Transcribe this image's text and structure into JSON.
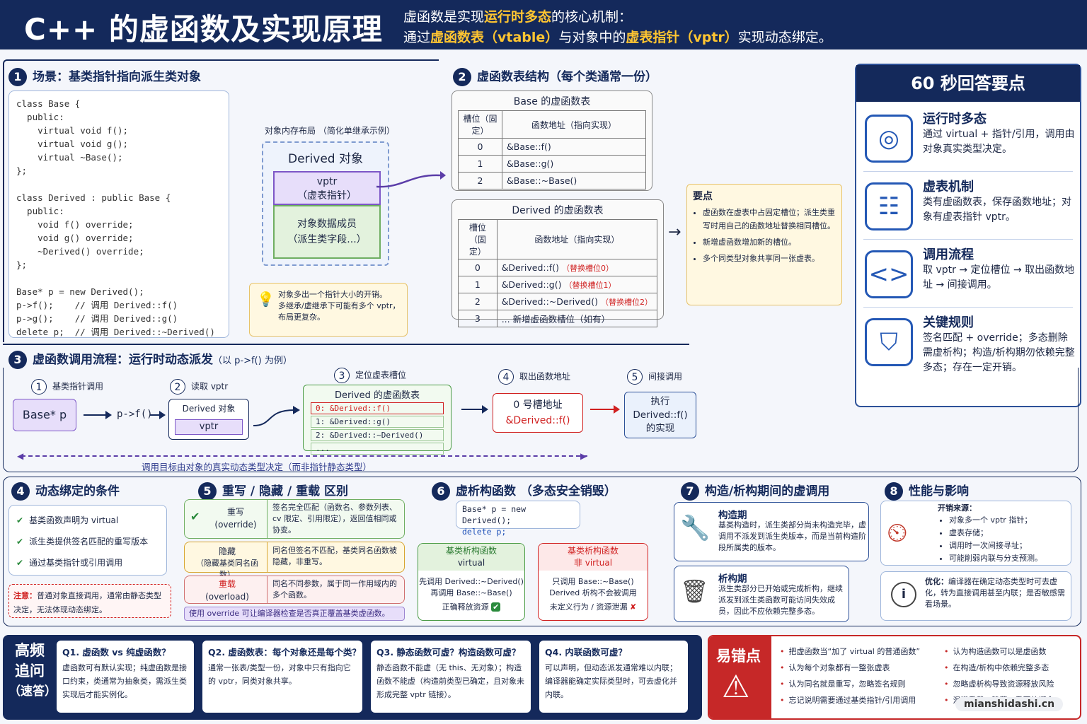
{
  "header": {
    "title": "C++ 的虚函数及实现原理",
    "sub1_a": "虚函数是实现",
    "sub1_hl": "运行时多态",
    "sub1_b": "的核心机制：",
    "sub2_a": "通过",
    "sub2_hl1": "虚函数表（vtable）",
    "sub2_b": "与对象中的",
    "sub2_hl2": "虚表指针（vptr）",
    "sub2_c": "实现动态绑定。"
  },
  "s1": {
    "num": "1",
    "title": "场景：基类指针指向派生类对象",
    "code": [
      "class Base {",
      "  public:",
      "    virtual void f();",
      "    virtual void g();",
      "    virtual ~Base();",
      "};",
      "",
      "class Derived : public Base {",
      "  public:",
      "    void f() override;",
      "    void g() override;",
      "    ~Derived() override;",
      "};",
      "",
      "Base* p = new Derived();",
      "p->f();    // 调用 Derived::f()",
      "p->g();    // 调用 Derived::g()",
      "delete p;  // 调用 Derived::~Derived()"
    ],
    "layout_title": "对象内存布局 （简化单继承示例）",
    "obj_title": "Derived 对象",
    "vptr1": "vptr",
    "vptr2": "（虚表指针）",
    "members1": "对象数据成员",
    "members2": "（派生类字段...）",
    "note1": "对象多出一个指针大小的开销。",
    "note2": "多继承/虚继承下可能有多个 vptr，",
    "note3": "布局更复杂。"
  },
  "s2": {
    "num": "2",
    "title": "虚函数表结构（每个类通常一份）",
    "base_title": "Base 的虚函数表",
    "col1": "槽位（固定）",
    "col2": "函数地址（指向实现）",
    "base_rows": [
      [
        "0",
        "&Base::f()"
      ],
      [
        "1",
        "&Base::g()"
      ],
      [
        "2",
        "&Base::~Base()"
      ]
    ],
    "der_title": "Derived 的虚函数表",
    "der_rows": [
      [
        "0",
        "&Derived::f()",
        "（替换槽位0）"
      ],
      [
        "1",
        "&Derived::g()",
        "（替换槽位1）"
      ],
      [
        "2",
        "&Derived::~Derived()",
        "（替换槽位2）"
      ],
      [
        "3",
        "... 新增虚函数槽位（如有）",
        ""
      ]
    ],
    "points_title": "要点",
    "points": [
      "虚函数在虚表中占固定槽位；派生类重写时用自己的函数地址替换相同槽位。",
      "新增虚函数增加新的槽位。",
      "多个同类型对象共享同一张虚表。"
    ]
  },
  "answers": {
    "title": "60 秒回答要点",
    "items": [
      {
        "h": "运行时多态",
        "d": "通过 virtual + 指针/引用，调用由对象真实类型决定。"
      },
      {
        "h": "虚表机制",
        "d": "类有虚函数表，保存函数地址；对象有虚表指针 vptr。"
      },
      {
        "h": "调用流程",
        "d": "取 vptr → 定位槽位 → 取出函数地址 → 间接调用。"
      },
      {
        "h": "关键规则",
        "d": "签名匹配 + override；多态删除需虚析构；构造/析构期勿依赖完整多态；存在一定开销。"
      }
    ]
  },
  "s3": {
    "num": "3",
    "title": "虚函数调用流程：运行时动态派发",
    "sub": "（以 p->f() 为例）",
    "step1": "基类指针调用",
    "step2": "读取 vptr",
    "step3": "定位虚表槽位",
    "step4": "取出函数地址",
    "step5": "间接调用",
    "n1": "1",
    "n2": "2",
    "n3": "3",
    "n4": "4",
    "n5": "5",
    "basep": "Base* p",
    "call": "p->f()",
    "obj": "Derived 对象",
    "vptr": "vptr",
    "vt_title": "Derived 的虚函数表",
    "vt_rows": [
      "0: &Derived::f()",
      "1: &Derived::g()",
      "2: &Derived::~Derived()",
      "..."
    ],
    "slot1": "0 号槽地址",
    "slot2": "&Derived::f()",
    "exec1": "执行",
    "exec2": "Derived::f()",
    "exec3": "的实现",
    "bottom": "调用目标由对象的真实动态类型决定（而非指针静态类型）"
  },
  "s4": {
    "num": "4",
    "title": "动态绑定的条件",
    "items": [
      "基类函数声明为 virtual",
      "派生类提供签名匹配的重写版本",
      "通过基类指针或引用调用"
    ],
    "note_h": "注意：",
    "note": "普通对象直接调用，通常由静态类型决定，无法体现动态绑定。"
  },
  "s5": {
    "num": "5",
    "title": "重写 / 隐藏 / 重载 区别",
    "r1h": "重写",
    "r1s": "(override)",
    "r1d": "签名完全匹配（函数名、参数列表、cv 限定、引用限定），返回值相同或协变。",
    "r2h": "隐藏",
    "r2s": "（隐藏基类同名函数）",
    "r2d": "同名但签名不匹配，基类同名函数被隐藏，非重写。",
    "r3h": "重载",
    "r3s": "(overload)",
    "r3d": "同名不同参数，属于同一作用域内的多个函数。",
    "tip": "使用 override 可让编译器检查是否真正覆盖基类虚函数。"
  },
  "s6": {
    "num": "6",
    "title": "虚析构函数 （多态安全销毁）",
    "code1": "Base* p = new Derived();",
    "code2": "delete p;",
    "l_h1": "基类析构函数",
    "l_h2": "virtual",
    "l_d1": "先调用 Derived::~Derived()",
    "l_d2": "再调用 Base::~Base()",
    "l_d3": "正确释放资源",
    "r_h1": "基类析构函数",
    "r_h2": "非 virtual",
    "r_d1": "只调用 Base::~Base()",
    "r_d2": "Derived 析构不会被调用",
    "r_d3": "未定义行为 / 资源泄漏"
  },
  "s7": {
    "num": "7",
    "title": "构造/析构期间的虚调用",
    "c_h": "构造期",
    "c_d": "基类构造时，派生类部分尚未构造完毕，虚调用不派发到派生类版本，而是当前构造阶段所属类的版本。",
    "d_h": "析构期",
    "d_d": "派生类部分已开始或完成析构，继续派发到派生类函数可能访问失效成员，因此不应依赖完整多态。"
  },
  "s8": {
    "num": "8",
    "title": "性能与影响",
    "cost_h": "开销来源：",
    "costs": [
      "对象多一个 vptr 指针；",
      "虚表存储；",
      "调用时一次间接寻址；",
      "可能削弱内联与分支预测。"
    ],
    "opt_h": "优化：",
    "opt": "编译器在确定动态类型时可去虚化，转为直接调用甚至内联；是否敏感需看场景。"
  },
  "faq": {
    "title1": "高频",
    "title2": "追问",
    "title3": "（速答）",
    "items": [
      {
        "q": "Q1. 虚函数 vs 纯虚函数？",
        "a": "虚函数可有默认实现；纯虚函数是接口约束，类通常为抽象类，需派生类实现后才能实例化。"
      },
      {
        "q": "Q2. 虚函数表：每个对象还是每个类？",
        "a": "通常一张表/类型一份，对象中只有指向它的 vptr，同类对象共享。"
      },
      {
        "q": "Q3. 静态函数可虚？构造函数可虚？",
        "a": "静态函数不能虚（无 this、无对象）；构造函数不能虚（构造前类型已确定，且对象未形成完整 vptr 链接）。"
      },
      {
        "q": "Q4. 内联函数可虚？",
        "a": "可以声明，但动态派发通常难以内联；编译器能确定实际类型时，可去虚化并内联。"
      }
    ]
  },
  "pitfalls": {
    "title": "易错点",
    "left": [
      "把虚函数当“加了 virtual 的普通函数”",
      "认为每个对象都有一整张虚表",
      "认为同名就是重写，忽略签名规则",
      "忘记说明需要通过基类指针/引用调用"
    ],
    "right": [
      "认为构造函数可以是虚函数",
      "在构造/析构中依赖完整多态",
      "忽略虚析构导致资源释放风险",
      "混淆重载、隐藏、重写的概念"
    ],
    "watermark": "mianshidashi.cn"
  }
}
